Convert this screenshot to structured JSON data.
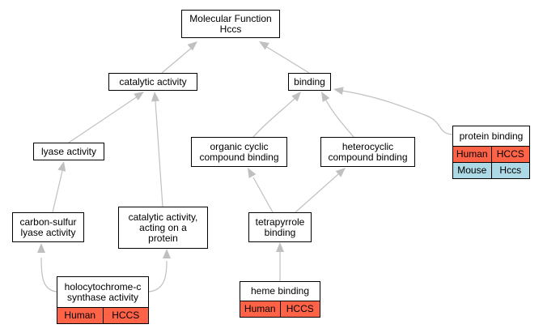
{
  "colors": {
    "human": "#ff6347",
    "mouse": "#add8e6",
    "edge": "#c0c0c0"
  },
  "nodes": {
    "root": {
      "label": "Molecular Function\nHccs"
    },
    "catalytic": {
      "label": "catalytic activity"
    },
    "binding": {
      "label": "binding"
    },
    "lyase": {
      "label": "lyase activity"
    },
    "organic": {
      "label": "organic cyclic\ncompound binding"
    },
    "heterocyclic": {
      "label": "heterocyclic\ncompound binding"
    },
    "protein_binding": {
      "label": "protein binding",
      "rows": [
        {
          "species": "Human",
          "gene": "HCCS"
        },
        {
          "species": "Mouse",
          "gene": "Hccs"
        }
      ]
    },
    "carbon_sulfur": {
      "label": "carbon-sulfur\nlyase activity"
    },
    "acting_protein": {
      "label": "catalytic activity,\nacting on a\nprotein"
    },
    "tetrapyrrole": {
      "label": "tetrapyrrole\nbinding"
    },
    "heme": {
      "label": "heme binding",
      "rows": [
        {
          "species": "Human",
          "gene": "HCCS"
        }
      ]
    },
    "holocyto": {
      "label": "holocytochrome-c\nsynthase activity",
      "rows": [
        {
          "species": "Human",
          "gene": "HCCS"
        }
      ]
    }
  }
}
